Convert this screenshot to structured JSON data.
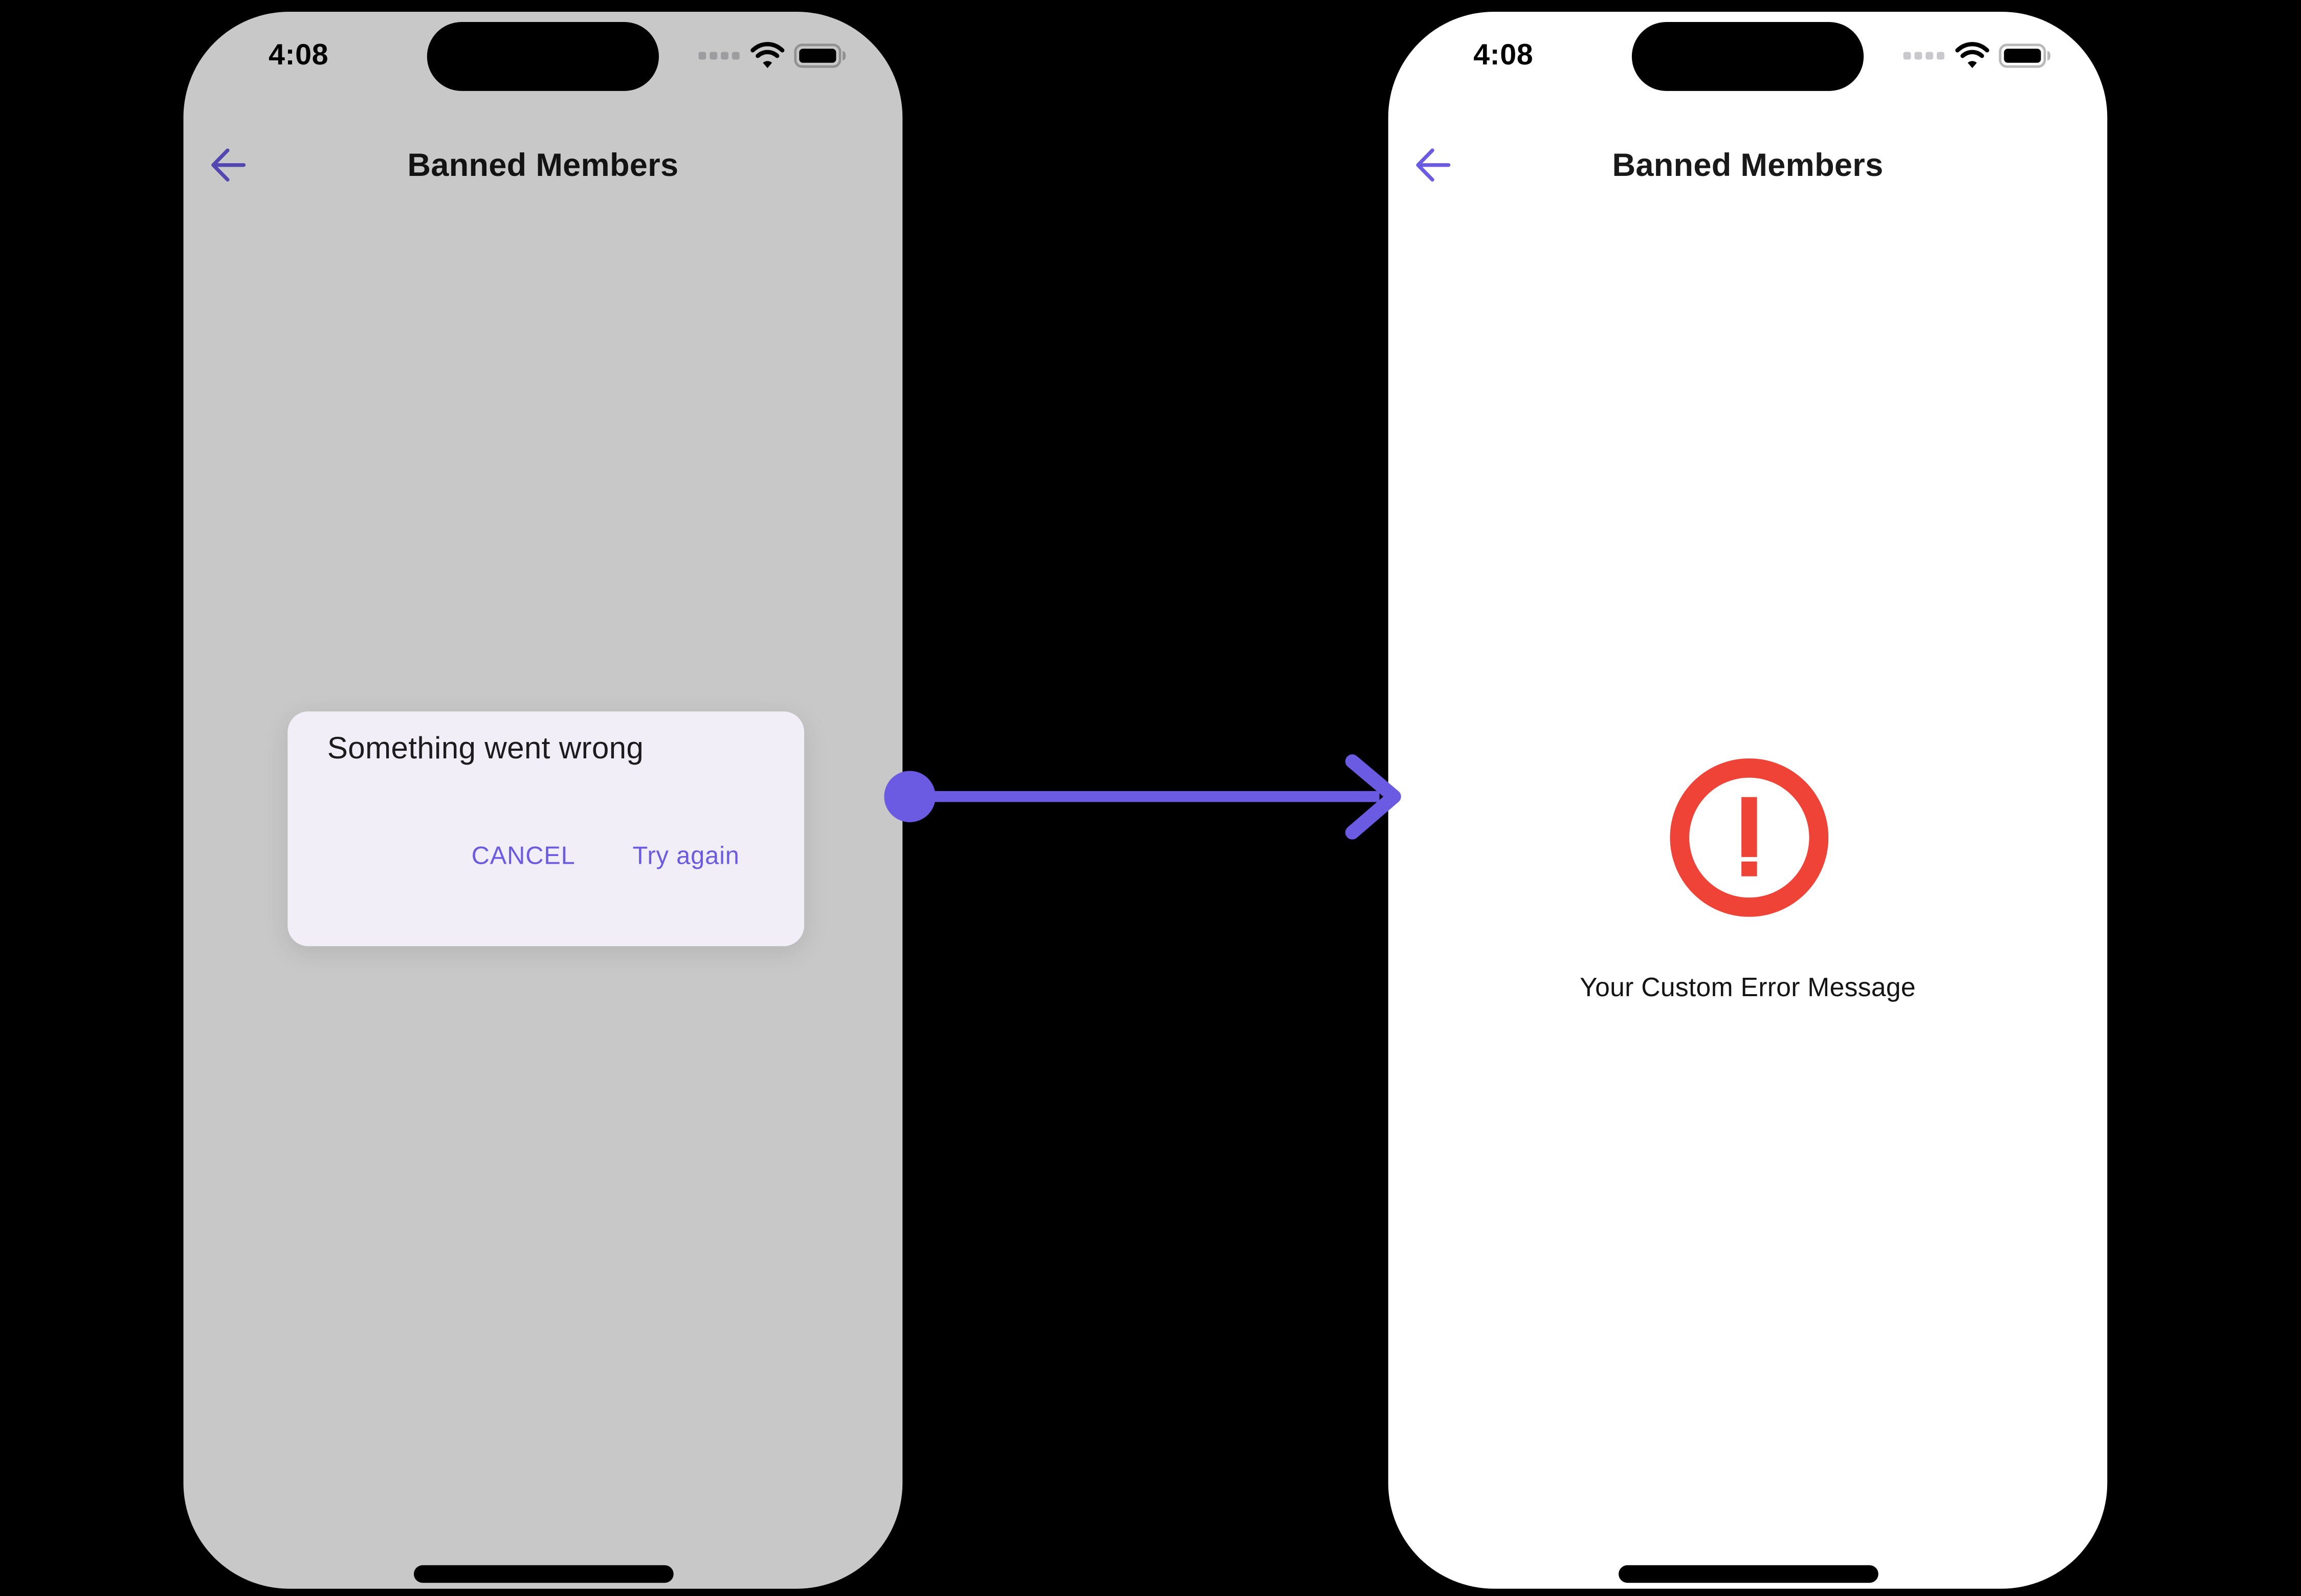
{
  "canvas": {
    "background": "#000000"
  },
  "colors": {
    "accent_purple": "#6B5AE2",
    "error_red": "#EE4336",
    "dialog_background": "#F2EEF7",
    "screen_background": "#FFFFFF",
    "dim_scrim": "rgba(0,0,0,0.215)",
    "dimmed_screen_result": "#C8C8C8",
    "title_text": "#191919",
    "status_dots_gray": "#C9C9CD",
    "battery_outline_gray": "#B9B9B9"
  },
  "status_bar": {
    "time": "4:08",
    "icons": [
      "cellular-dots-icon",
      "wifi-icon",
      "battery-icon",
      "dynamic-island"
    ]
  },
  "left_screen": {
    "name": "error dialog state (dimmed)",
    "nav": {
      "back_icon": "back-arrow-icon",
      "title": "Banned Members"
    },
    "dialog": {
      "title": "Something went wrong",
      "actions": [
        {
          "label": "CANCEL"
        },
        {
          "label": "Try again"
        }
      ]
    }
  },
  "right_screen": {
    "name": "custom error state",
    "nav": {
      "back_icon": "back-arrow-icon",
      "title": "Banned Members"
    },
    "error_state": {
      "icon": "error-exclamation-circle-icon",
      "message": "Your Custom Error Message"
    }
  },
  "connector": {
    "icon": "flow-arrow-right-icon"
  }
}
